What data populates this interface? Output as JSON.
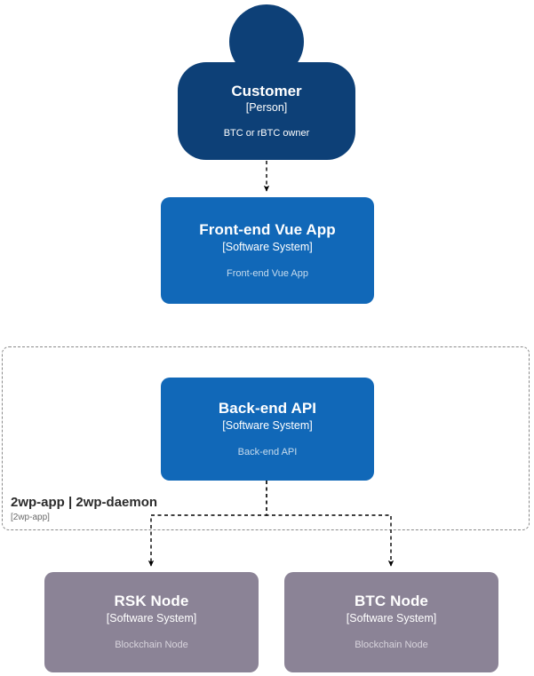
{
  "diagram": {
    "type": "c4-context",
    "background": "#ffffff",
    "colors": {
      "person": "#0d4077",
      "software_system": "#1168b8",
      "external_system": "#8b8396",
      "boundary_border": "#8a8a8a",
      "connector": "#000000",
      "label_text": "#2b2b2b"
    }
  },
  "nodes": {
    "customer": {
      "title": "Customer",
      "subtitle": "[Person]",
      "description": "BTC or rBTC owner",
      "shape": "person"
    },
    "frontend": {
      "title": "Front-end Vue App",
      "subtitle": "[Software System]",
      "description": "Front-end Vue App",
      "shape": "box"
    },
    "backend": {
      "title": "Back-end API",
      "subtitle": "[Software System]",
      "description": "Back-end API",
      "shape": "box"
    },
    "rsk_node": {
      "title": "RSK Node",
      "subtitle": "[Software System]",
      "description": "Blockchain Node",
      "shape": "box"
    },
    "btc_node": {
      "title": "BTC Node",
      "subtitle": "[Software System]",
      "description": "Blockchain Node",
      "shape": "box"
    }
  },
  "boundary": {
    "title": "2wp-app | 2wp-daemon",
    "subtitle": "[2wp-app]",
    "style": "dashed"
  },
  "connectors": [
    {
      "from": "customer",
      "to": "frontend",
      "style": "dashed",
      "arrow": "end"
    },
    {
      "from": "backend",
      "to": "rsk_node",
      "style": "dashed",
      "arrow": "end"
    },
    {
      "from": "backend",
      "to": "btc_node",
      "style": "dashed",
      "arrow": "end"
    }
  ]
}
